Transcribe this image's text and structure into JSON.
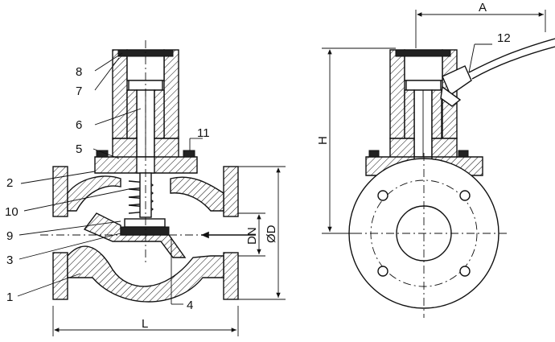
{
  "labels": {
    "p1": "1",
    "p2": "2",
    "p3": "3",
    "p4": "4",
    "p5": "5",
    "p6": "6",
    "p7": "7",
    "p8": "8",
    "p9": "9",
    "p10": "10",
    "p11": "11",
    "p12": "12"
  },
  "dimensions": {
    "length": "L",
    "width": "A",
    "height": "H",
    "nominal_diameter": "DN",
    "flange_diameter": "ØD"
  }
}
